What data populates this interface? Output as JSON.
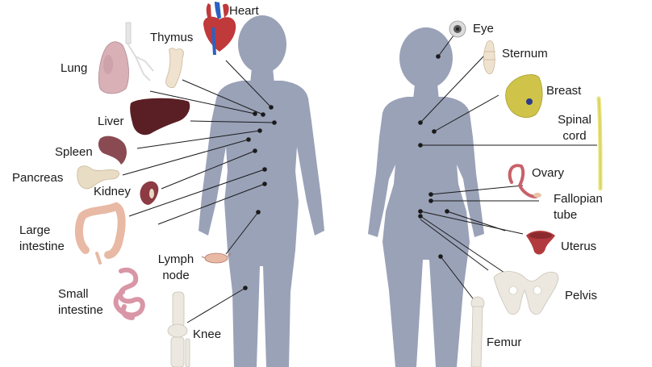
{
  "colors": {
    "body": "#9aa2b8",
    "leader": "#1a1a1a",
    "dot": "#1a1a1a",
    "heart_red": "#c0393b",
    "heart_blue": "#2b62c2",
    "liver": "#5a1f24",
    "spleen": "#8a4a52",
    "kidney": "#8c3a44",
    "lung": "#d9b0b6",
    "thymus": "#efe2cf",
    "pancreas": "#e9dcc4",
    "intestine": "#e8b9a4",
    "small_intestine": "#d996a6",
    "breast": "#cfc34a",
    "spinal_cord": "#e8e37a",
    "ovary": "#c8616a",
    "uterus": "#b13a3e",
    "bone": "#ece8df",
    "eye": "#5a5a5a"
  },
  "labels": {
    "heart": "Heart",
    "thymus": "Thymus",
    "lung": "Lung",
    "liver": "Liver",
    "spleen": "Spleen",
    "pancreas": "Pancreas",
    "kidney": "Kidney",
    "large_intestine": "Large intestine",
    "lymph_node": "Lymph node",
    "small_intestine": "Small intestine",
    "knee": "Knee",
    "eye": "Eye",
    "sternum": "Sternum",
    "breast": "Breast",
    "spinal_cord": "Spinal cord",
    "ovary": "Ovary",
    "fallopian_tube": "Fallopian tube",
    "uterus": "Uterus",
    "pelvis": "Pelvis",
    "femur": "Femur"
  },
  "icons": {
    "heart": "heart-icon",
    "thymus": "thymus-icon",
    "lung": "lung-icon",
    "liver": "liver-icon",
    "spleen": "spleen-icon",
    "pancreas": "pancreas-icon",
    "kidney": "kidney-icon",
    "large_intestine": "large-intestine-icon",
    "lymph_node": "lymph-node-icon",
    "small_intestine": "small-intestine-icon",
    "knee": "knee-icon",
    "eye": "eye-icon",
    "sternum": "sternum-icon",
    "breast": "breast-icon",
    "spinal_cord": "spinal-cord-icon",
    "ovary": "ovary-icon",
    "uterus": "uterus-icon",
    "pelvis": "pelvis-icon",
    "femur": "femur-icon"
  }
}
